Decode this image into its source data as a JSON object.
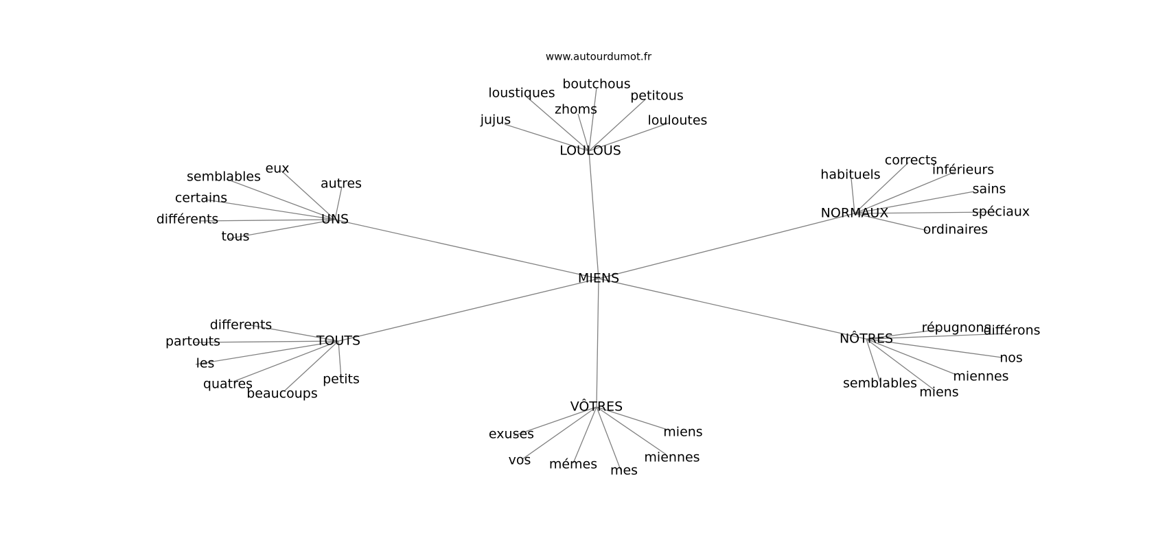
{
  "site": "www.autourdumot.fr",
  "center": "MIENS",
  "hubs": [
    {
      "label": "LOULOUS",
      "words": [
        "jujus",
        "loustiques",
        "zhoms",
        "boutchous",
        "petitous",
        "louloutes"
      ]
    },
    {
      "label": "UNS",
      "words": [
        "eux",
        "semblables",
        "autres",
        "certains",
        "différents",
        "tous"
      ]
    },
    {
      "label": "NORMAUX",
      "words": [
        "habituels",
        "corrects",
        "inférieurs",
        "sains",
        "spéciaux",
        "ordinaires"
      ]
    },
    {
      "label": "TOUTS",
      "words": [
        "differents",
        "partouts",
        "les",
        "quatres",
        "beaucoups",
        "petits"
      ]
    },
    {
      "label": "NÔTRES",
      "words": [
        "répugnons",
        "différons",
        "nos",
        "miennes",
        "miens",
        "semblables"
      ]
    },
    {
      "label": "VÔTRES",
      "words": [
        "exuses",
        "vos",
        "mémes",
        "mes",
        "miennes",
        "miens"
      ]
    }
  ]
}
